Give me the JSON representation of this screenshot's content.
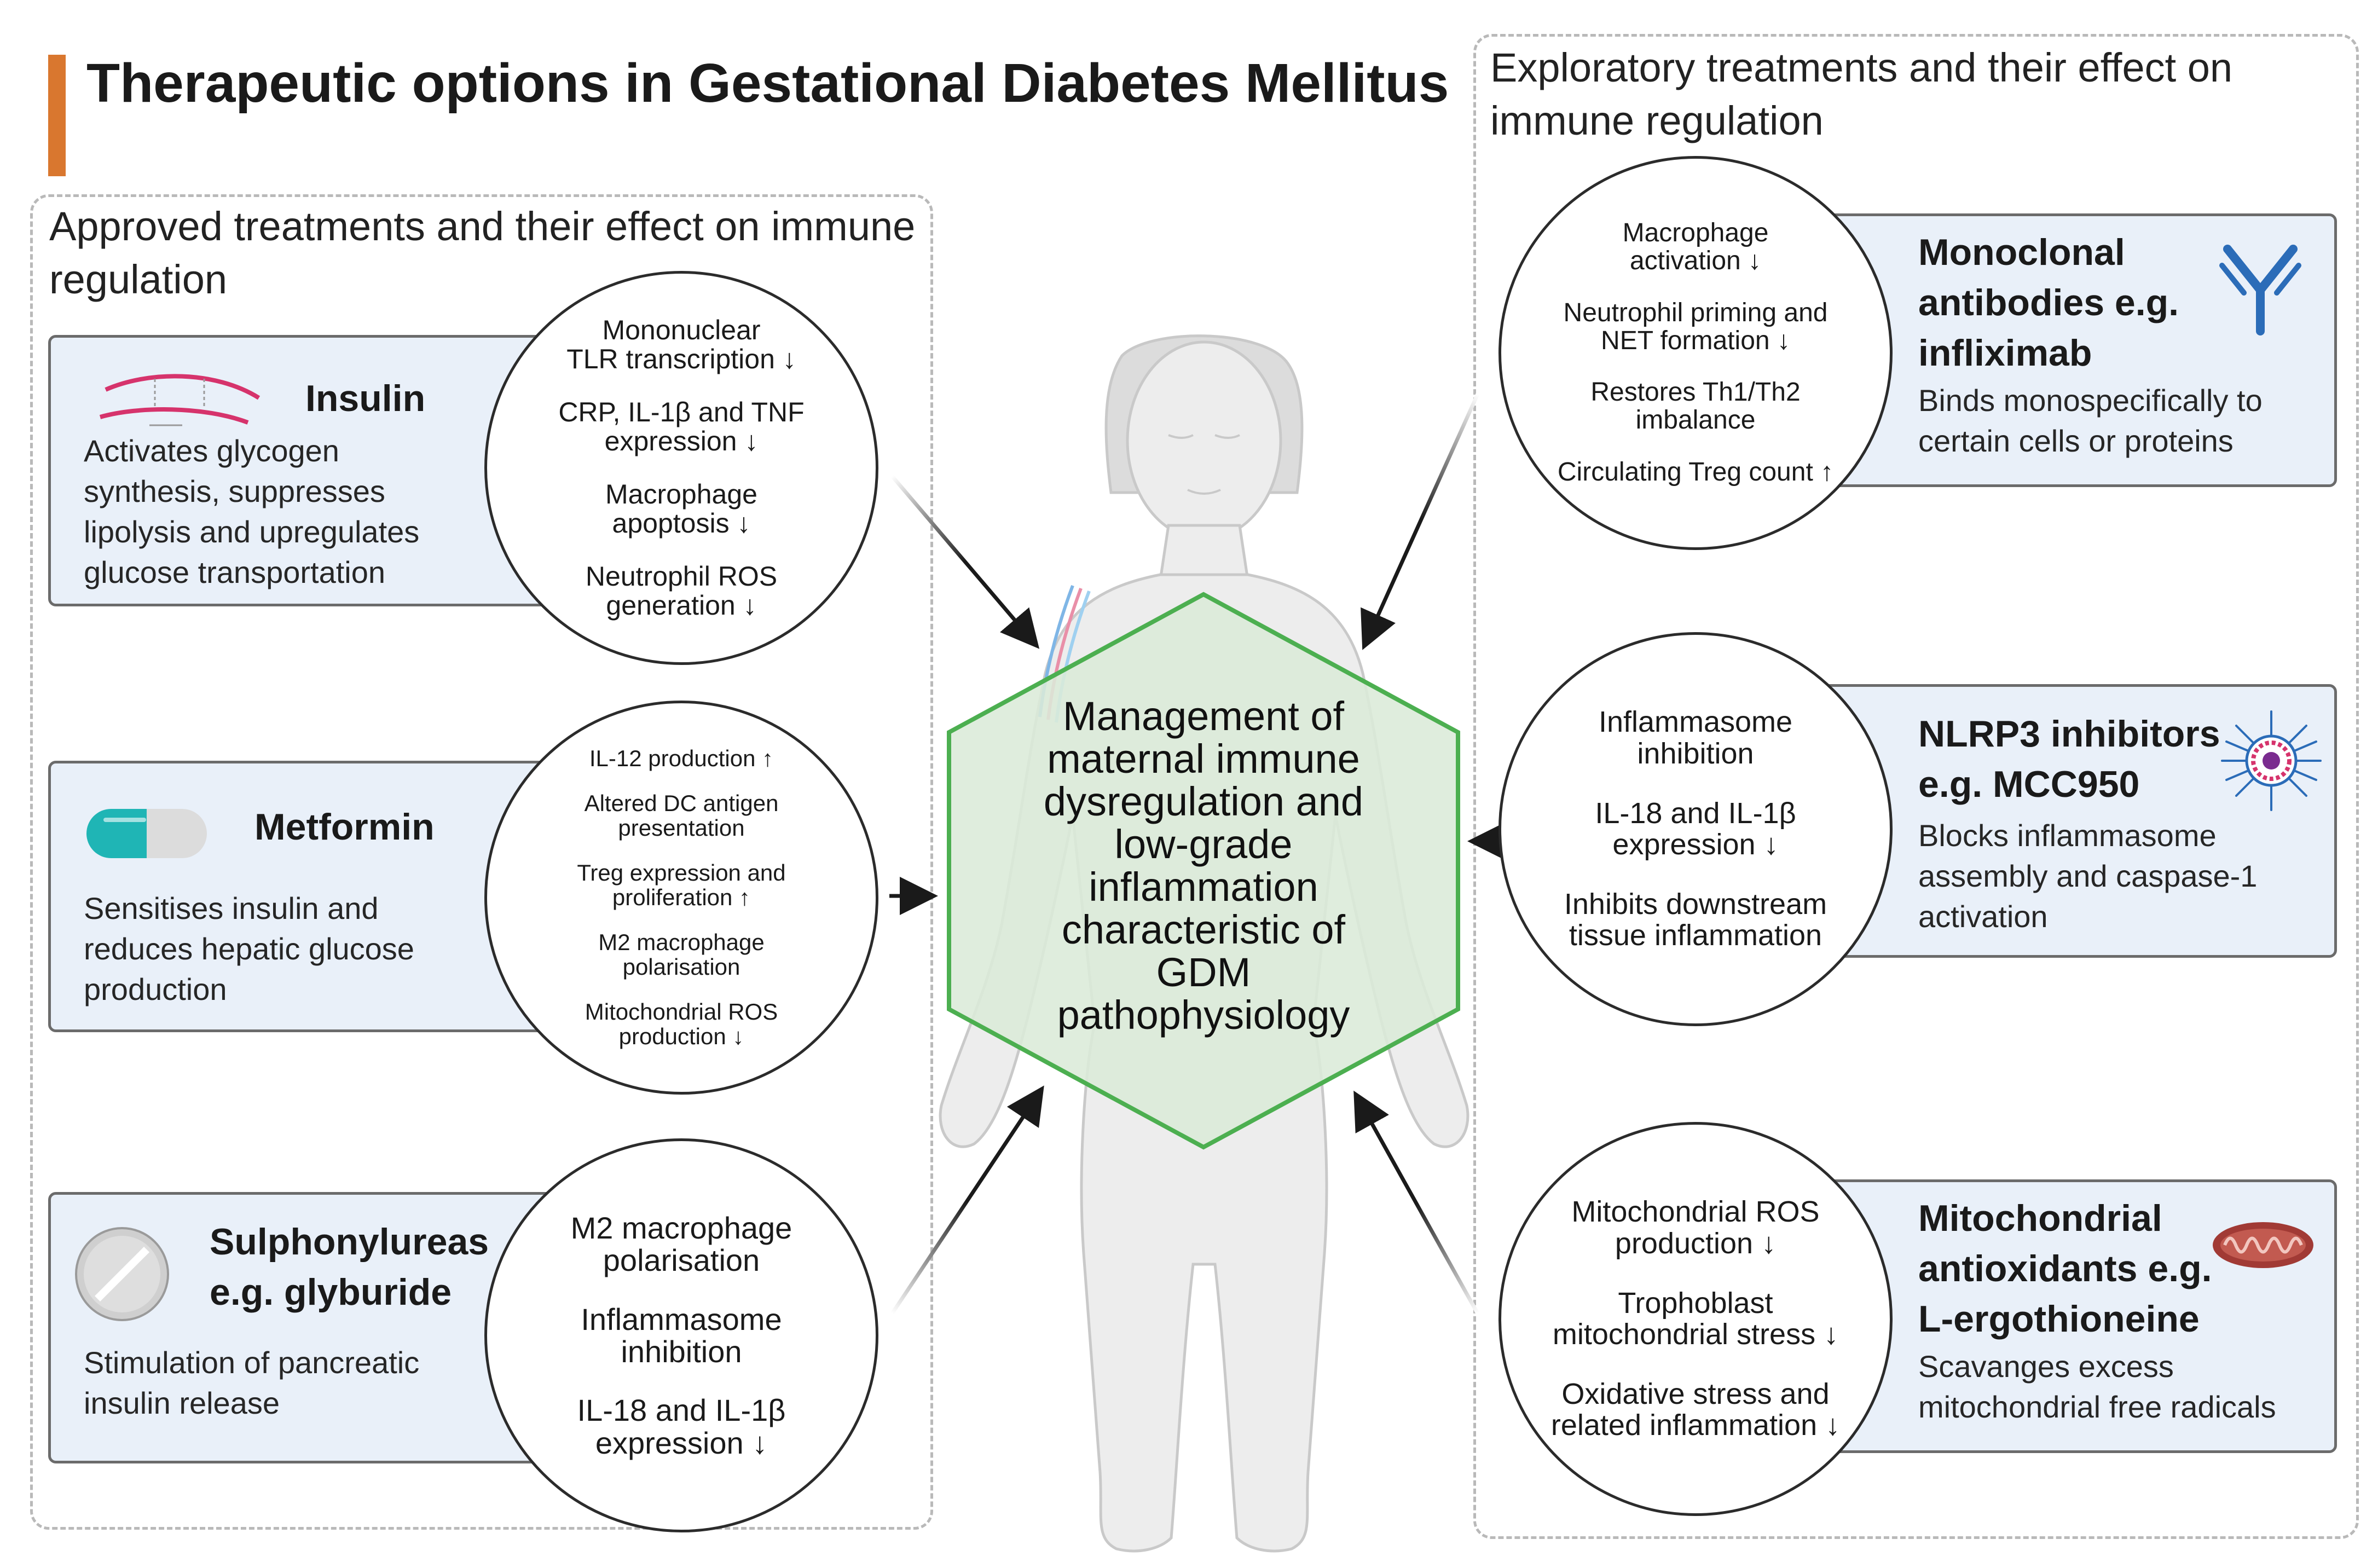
{
  "title": "Therapeutic options in Gestational Diabetes Mellitus",
  "approved_panel": {
    "heading_line1": "Approved treatments and their effect on immune",
    "heading_line2": "regulation",
    "treatments": [
      {
        "name": "Insulin",
        "desc_lines": [
          "Activates glycogen",
          "synthesis, suppresses",
          "lipolysis and upregulates",
          "glucose transportation"
        ],
        "icon": "insulin-chain-icon",
        "effects": [
          [
            "Mononuclear",
            "TLR transcription ↓"
          ],
          [
            "CRP, IL-1β and TNF",
            "expression ↓"
          ],
          [
            "Macrophage",
            "apoptosis ↓"
          ],
          [
            "Neutrophil ROS",
            "generation ↓"
          ]
        ]
      },
      {
        "name": "Metformin",
        "desc_lines": [
          "Sensitises insulin and",
          "reduces hepatic glucose",
          "production"
        ],
        "icon": "capsule-icon",
        "effects": [
          [
            "IL-12 production ↑"
          ],
          [
            "Altered DC antigen",
            "presentation"
          ],
          [
            "Treg expression and",
            "proliferation ↑"
          ],
          [
            "M2 macrophage",
            "polarisation"
          ],
          [
            "Mitochondrial ROS",
            "production ↓"
          ]
        ]
      },
      {
        "name_lines": [
          "Sulphonylureas",
          "e.g. glyburide"
        ],
        "desc_lines": [
          "Stimulation of pancreatic",
          "insulin release"
        ],
        "icon": "tablet-icon",
        "effects": [
          [
            "M2 macrophage",
            "polarisation"
          ],
          [
            "Inflammasome",
            "inhibition"
          ],
          [
            "IL-18 and IL-1β",
            "expression ↓"
          ]
        ]
      }
    ]
  },
  "exploratory_panel": {
    "heading_line1": "Exploratory treatments and their effect on",
    "heading_line2": "immune regulation",
    "treatments": [
      {
        "name_lines": [
          "Monoclonal",
          "antibodies e.g.",
          "infliximab"
        ],
        "desc_lines": [
          "Binds monospecifically to",
          "certain cells or proteins"
        ],
        "icon": "antibody-icon",
        "effects": [
          [
            "Macrophage",
            "activation ↓"
          ],
          [
            "Neutrophil priming and",
            "NET formation ↓"
          ],
          [
            "Restores  Th1/Th2",
            "imbalance"
          ],
          [
            "Circulating Treg count ↑"
          ]
        ]
      },
      {
        "name_lines": [
          "NLRP3 inhibitors",
          "e.g. MCC950"
        ],
        "desc_lines": [
          "Blocks inflammasome",
          "assembly and caspase-1",
          "activation"
        ],
        "icon": "inflammasome-icon",
        "effects": [
          [
            "Inflammasome",
            "inhibition"
          ],
          [
            "IL-18 and IL-1β",
            "expression ↓"
          ],
          [
            "Inhibits downstream",
            "tissue inflammation"
          ]
        ]
      },
      {
        "name_lines": [
          "Mitochondrial",
          "antioxidants e.g.",
          "L-ergothioneine"
        ],
        "desc_lines": [
          "Scavanges excess",
          "mitochondrial free radicals"
        ],
        "icon": "mitochondrion-icon",
        "effects": [
          [
            "Mitochondrial ROS",
            "production ↓"
          ],
          [
            "Trophoblast",
            "mitochondrial stress ↓"
          ],
          [
            "Oxidative stress and",
            "related inflammation ↓"
          ]
        ]
      }
    ]
  },
  "center": {
    "lines": [
      "Management of",
      "maternal immune",
      "dysregulation and",
      "low-grade",
      "inflammation",
      "characteristic of",
      "GDM",
      "pathophysiology"
    ],
    "icon": "woman-silhouette-icon"
  },
  "colors": {
    "accent_bar": "#d9772f",
    "card_bg": "#e9f0f9",
    "hex_fill": "#dbead8",
    "hex_stroke": "#4caf50",
    "antibody": "#2b6cb8",
    "insulin_chain": "#d6336c",
    "capsule": "#1fb5b5",
    "mitochondrion": "#a13a35"
  }
}
